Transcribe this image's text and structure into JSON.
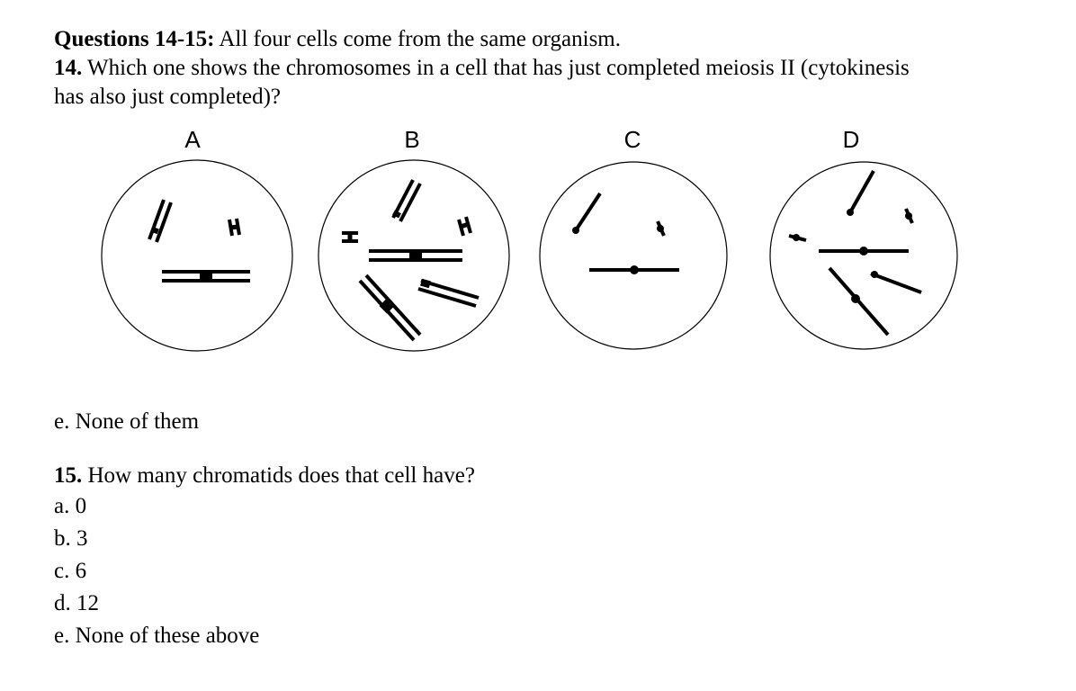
{
  "q14_15": {
    "heading_bold": "Questions 14-15:",
    "heading_rest": " All four cells come from the same organism.",
    "q14_num": "14.",
    "q14_text_line1": " Which one shows the chromosomes in a cell that has just completed meiosis II (cytokinesis",
    "q14_text_line2": "has also just completed)?"
  },
  "cells": [
    {
      "label": "A"
    },
    {
      "label": "B"
    },
    {
      "label": "C"
    },
    {
      "label": "D"
    }
  ],
  "q14_option_e": "e. None of them",
  "q15": {
    "num": "15.",
    "text": " How many chromatids does that cell have?",
    "options": [
      "a. 0",
      "b. 3",
      "c. 6",
      "d. 12",
      "e. None of these above"
    ]
  },
  "colors": {
    "ink": "#000000",
    "cell_fill": "#ffffff"
  }
}
